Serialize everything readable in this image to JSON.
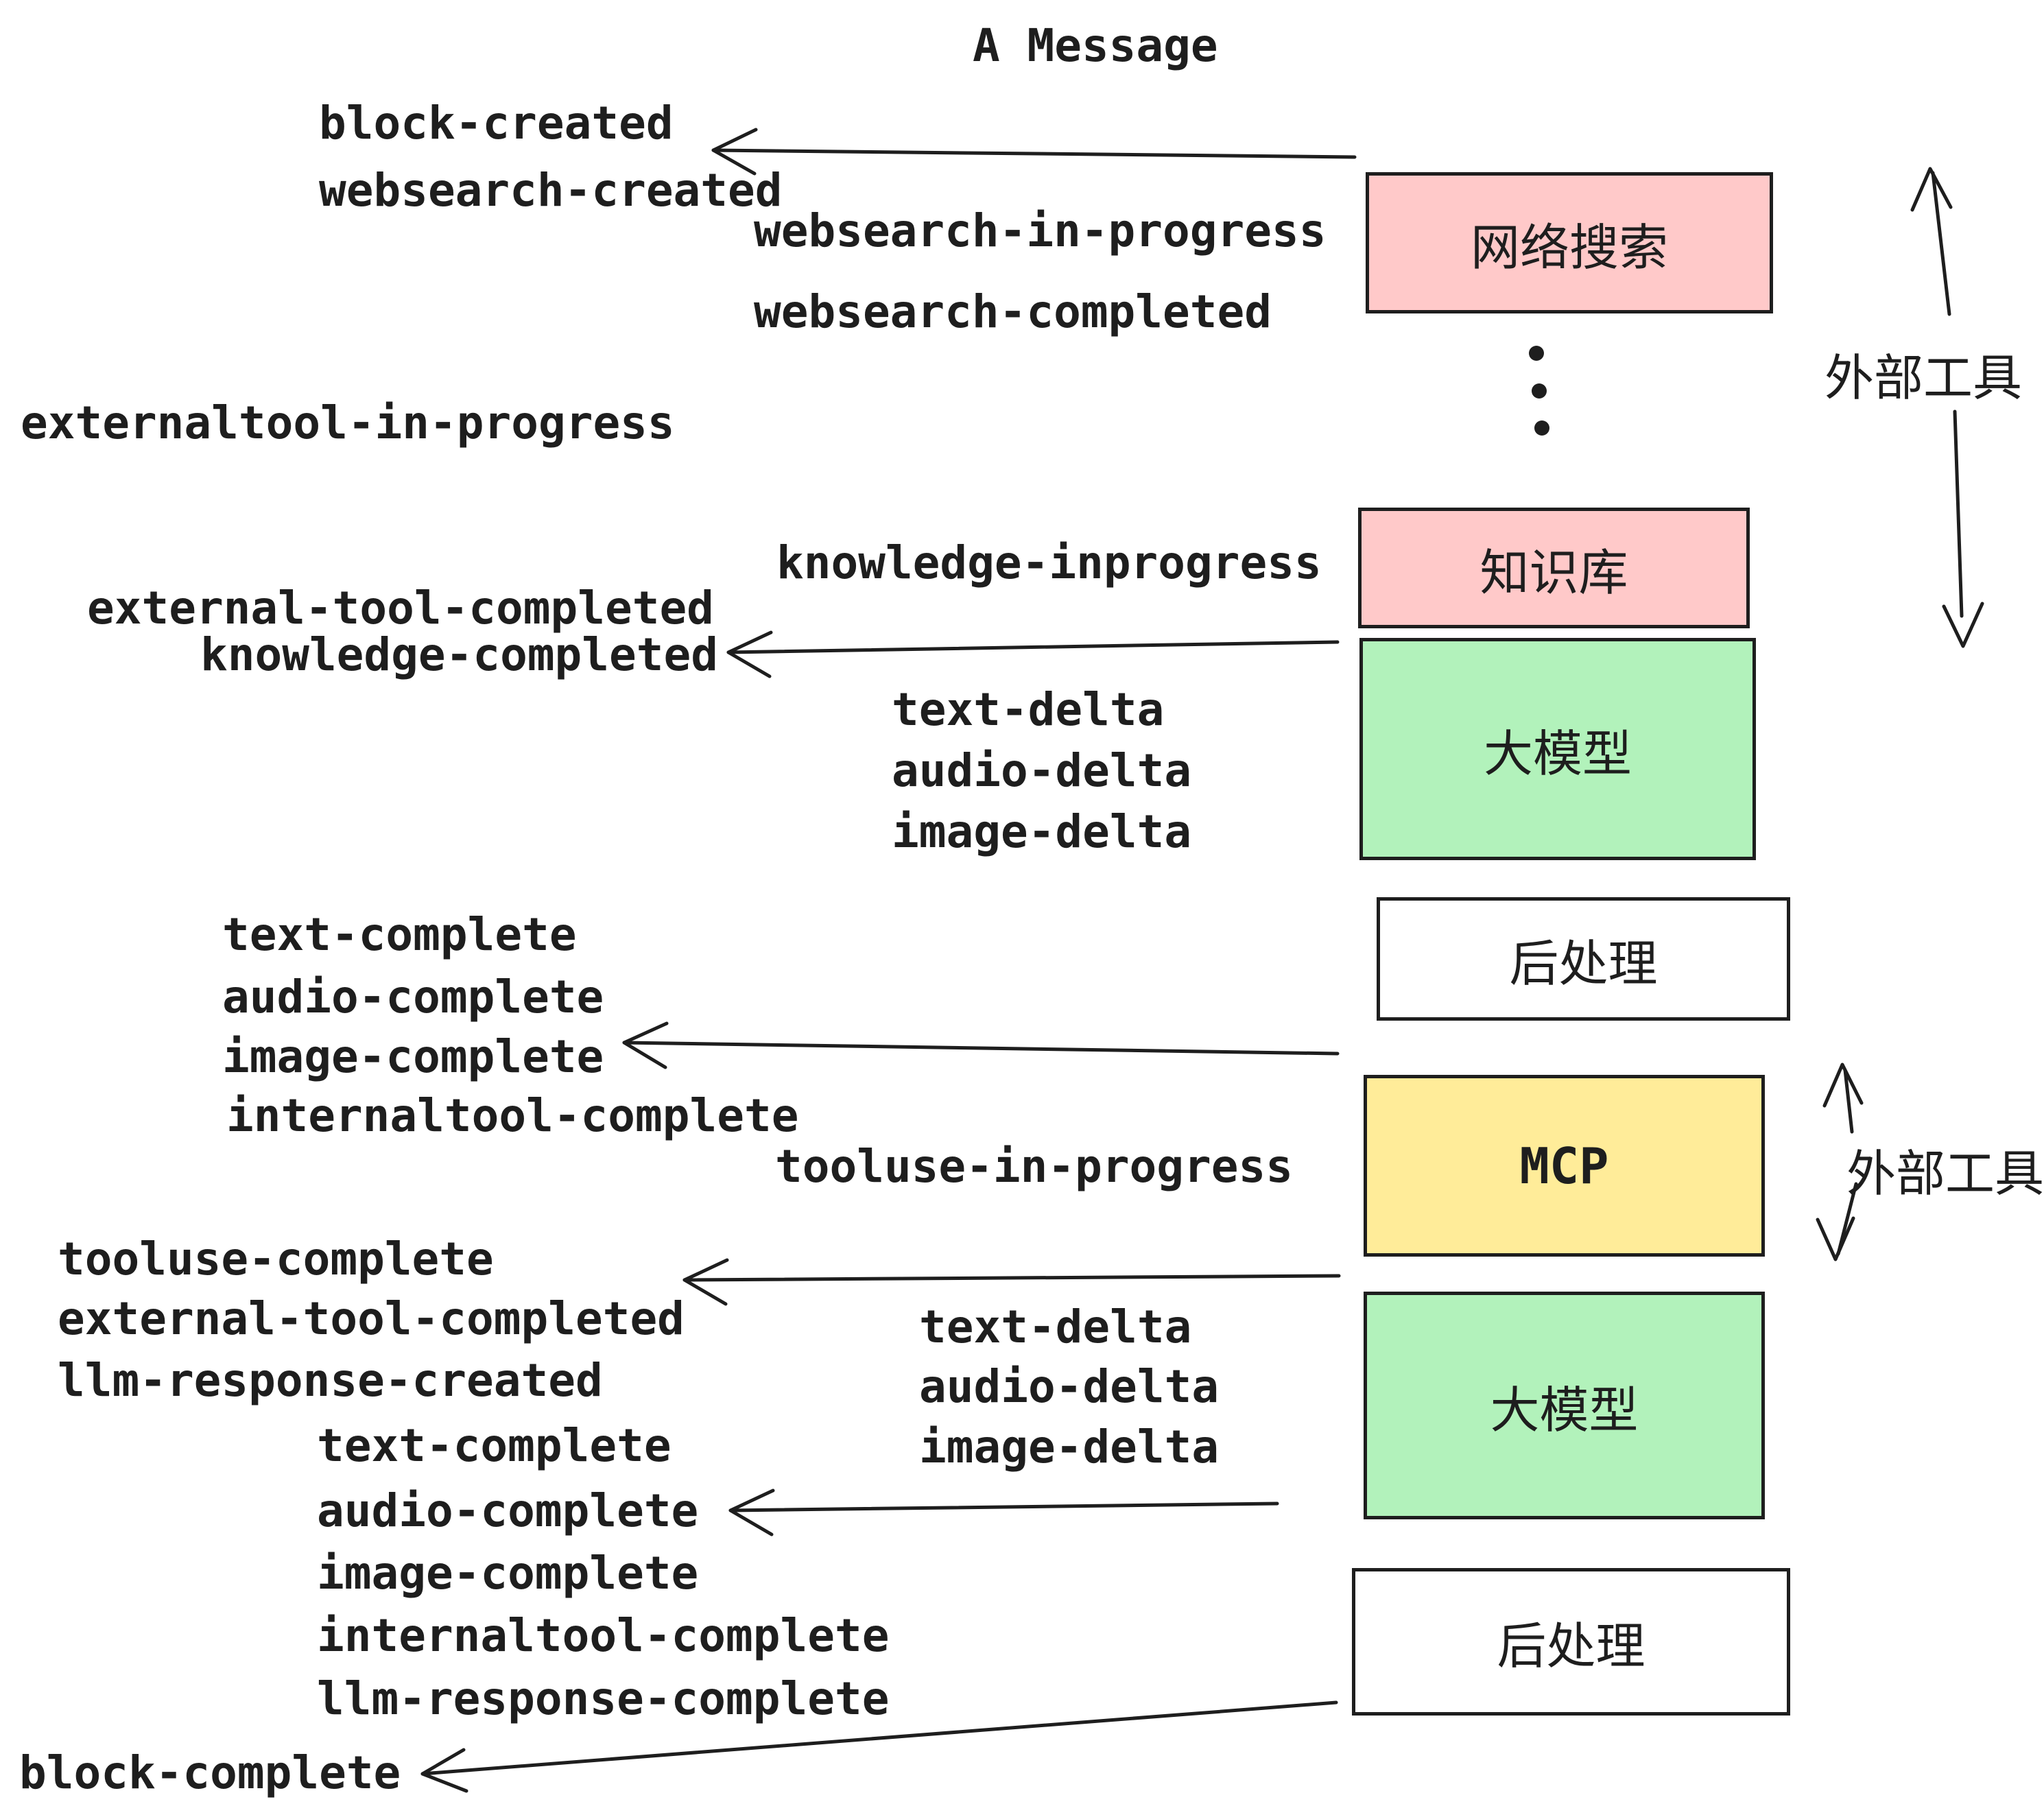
{
  "title": "A Message",
  "colors": {
    "pink": "#ffc9c9",
    "green": "#b2f2bb",
    "yellow": "#ffec99",
    "white": "#ffffff",
    "ink": "#1e1e1e"
  },
  "boxes": [
    {
      "id": "websearch",
      "label": "网络搜索",
      "fill": "#ffc9c9"
    },
    {
      "id": "knowledge",
      "label": "知识库",
      "fill": "#ffc9c9"
    },
    {
      "id": "llm-1",
      "label": "大模型",
      "fill": "#b2f2bb"
    },
    {
      "id": "post-1",
      "label": "后处理",
      "fill": "#ffffff"
    },
    {
      "id": "mcp",
      "label": "MCP",
      "fill": "#ffec99"
    },
    {
      "id": "llm-2",
      "label": "大模型",
      "fill": "#b2f2bb"
    },
    {
      "id": "post-2",
      "label": "后处理",
      "fill": "#ffffff"
    }
  ],
  "side_annotations": [
    {
      "label": "外部工具"
    },
    {
      "label": "外部工具"
    }
  ],
  "events": {
    "block_created": "block-created",
    "websearch_created": "websearch-created",
    "websearch_in_progress": "websearch-in-progress",
    "websearch_completed": "websearch-completed",
    "externaltool_in_progress": "externaltool-in-progress",
    "knowledge_inprogress": "knowledge-inprogress",
    "external_tool_completed": "external-tool-completed",
    "knowledge_completed": "knowledge-completed",
    "text_delta": "text-delta",
    "audio_delta": "audio-delta",
    "image_delta": "image-delta",
    "text_complete": "text-complete",
    "audio_complete": "audio-complete",
    "image_complete": "image-complete",
    "internaltool_complete": "internaltool-complete",
    "tooluse_in_progress": "tooluse-in-progress",
    "tooluse_complete": "tooluse-complete",
    "external_tool_completed_2": "external-tool-completed",
    "llm_response_created": "llm-response-created",
    "text_delta_2": "text-delta",
    "audio_delta_2": "audio-delta",
    "image_delta_2": "image-delta",
    "text_complete_2": "text-complete",
    "audio_complete_2": "audio-complete",
    "image_complete_2": "image-complete",
    "internaltool_complete_2": "internaltool-complete",
    "llm_response_complete": "llm-response-complete",
    "block_complete": "block-complete"
  }
}
